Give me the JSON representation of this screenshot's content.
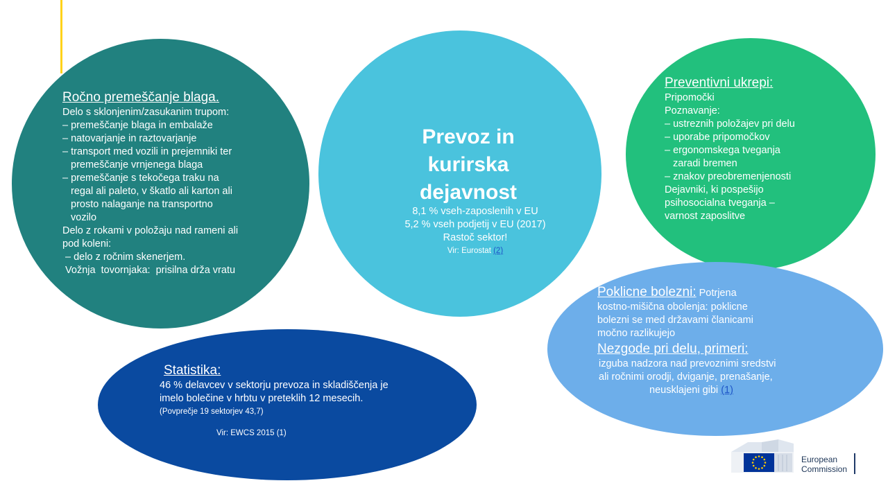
{
  "manual": {
    "title": "Ročno premeščanje blaga.",
    "lines": [
      "Delo s sklonjenim/zasukanim  trupom:",
      "– premeščanje blaga in embalaže",
      "– natovarjanje  in raztovarjanje",
      "– transport med vozili in prejemniki ter",
      "premeščanje vrnjenega blaga",
      "– premeščanje  s tekočega traku na",
      "regal ali paleto, v škatlo ali karton ali",
      "prosto nalaganje  na transportno",
      "vozilo",
      "Delo z rokami v položaju nad rameni ali",
      "pod koleni:",
      " – delo z ročnim skenerjem.",
      " Vožnja  tovornjaka:  prisilna drža vratu"
    ]
  },
  "center": {
    "title": "Prevoz in kurirska dejavnost",
    "lines": [
      "8,1 % vseh-zaposlenih v EU",
      "5,2 % vseh podjetij v EU (2017)",
      "Rastoč sektor!"
    ],
    "source": "Vir: Eurostat ",
    "source_link": "(2)"
  },
  "preventive": {
    "title": "Preventivni ukrepi:",
    "lines": [
      "Pripomočki",
      "Poznavanje:",
      "– ustreznih  položajev pri delu",
      "– uporabe pripomočkov",
      "– ergonomskega tveganja",
      "zaradi bremen",
      "– znakov preobremenjenosti",
      "Dejavniki, ki pospešijo",
      "psihosocialna tveganja –",
      "varnost zaposlitve"
    ]
  },
  "disease": {
    "title": "Poklicne bolezni:",
    "title_rest": " Potrjena",
    "lines": [
      "kostno-mišična obolenja: poklicne",
      "bolezni se med državami članicami",
      "močno razlikujejo"
    ],
    "title2": "Nezgode pri delu, primeri:",
    "lines2": [
      "izguba nadzora nad prevoznimi  sredstvi",
      "ali ročnimi orodji, dviganje, prenašanje,"
    ],
    "last": "neusklajeni  gibi ",
    "last_link": "(1)"
  },
  "stats": {
    "title": "Statistika:",
    "lines": [
      "46 % delavcev v sektorju prevoza in skladiščenja je",
      "imelo bolečine v hrbtu v preteklih 12 mesecih."
    ],
    "note": "(Povprečje  19 sektorjev 43,7)",
    "source": "Vir: EWCS 2015 (1)"
  },
  "logo": {
    "line1": "European",
    "line2": "Commission"
  },
  "colors": {
    "teal": "#21817f",
    "cyan": "#4ac3dd",
    "green": "#22c07d",
    "light_blue": "#6daeea",
    "dark_blue": "#0a4aa0",
    "accent_line": "#ffd21a"
  }
}
